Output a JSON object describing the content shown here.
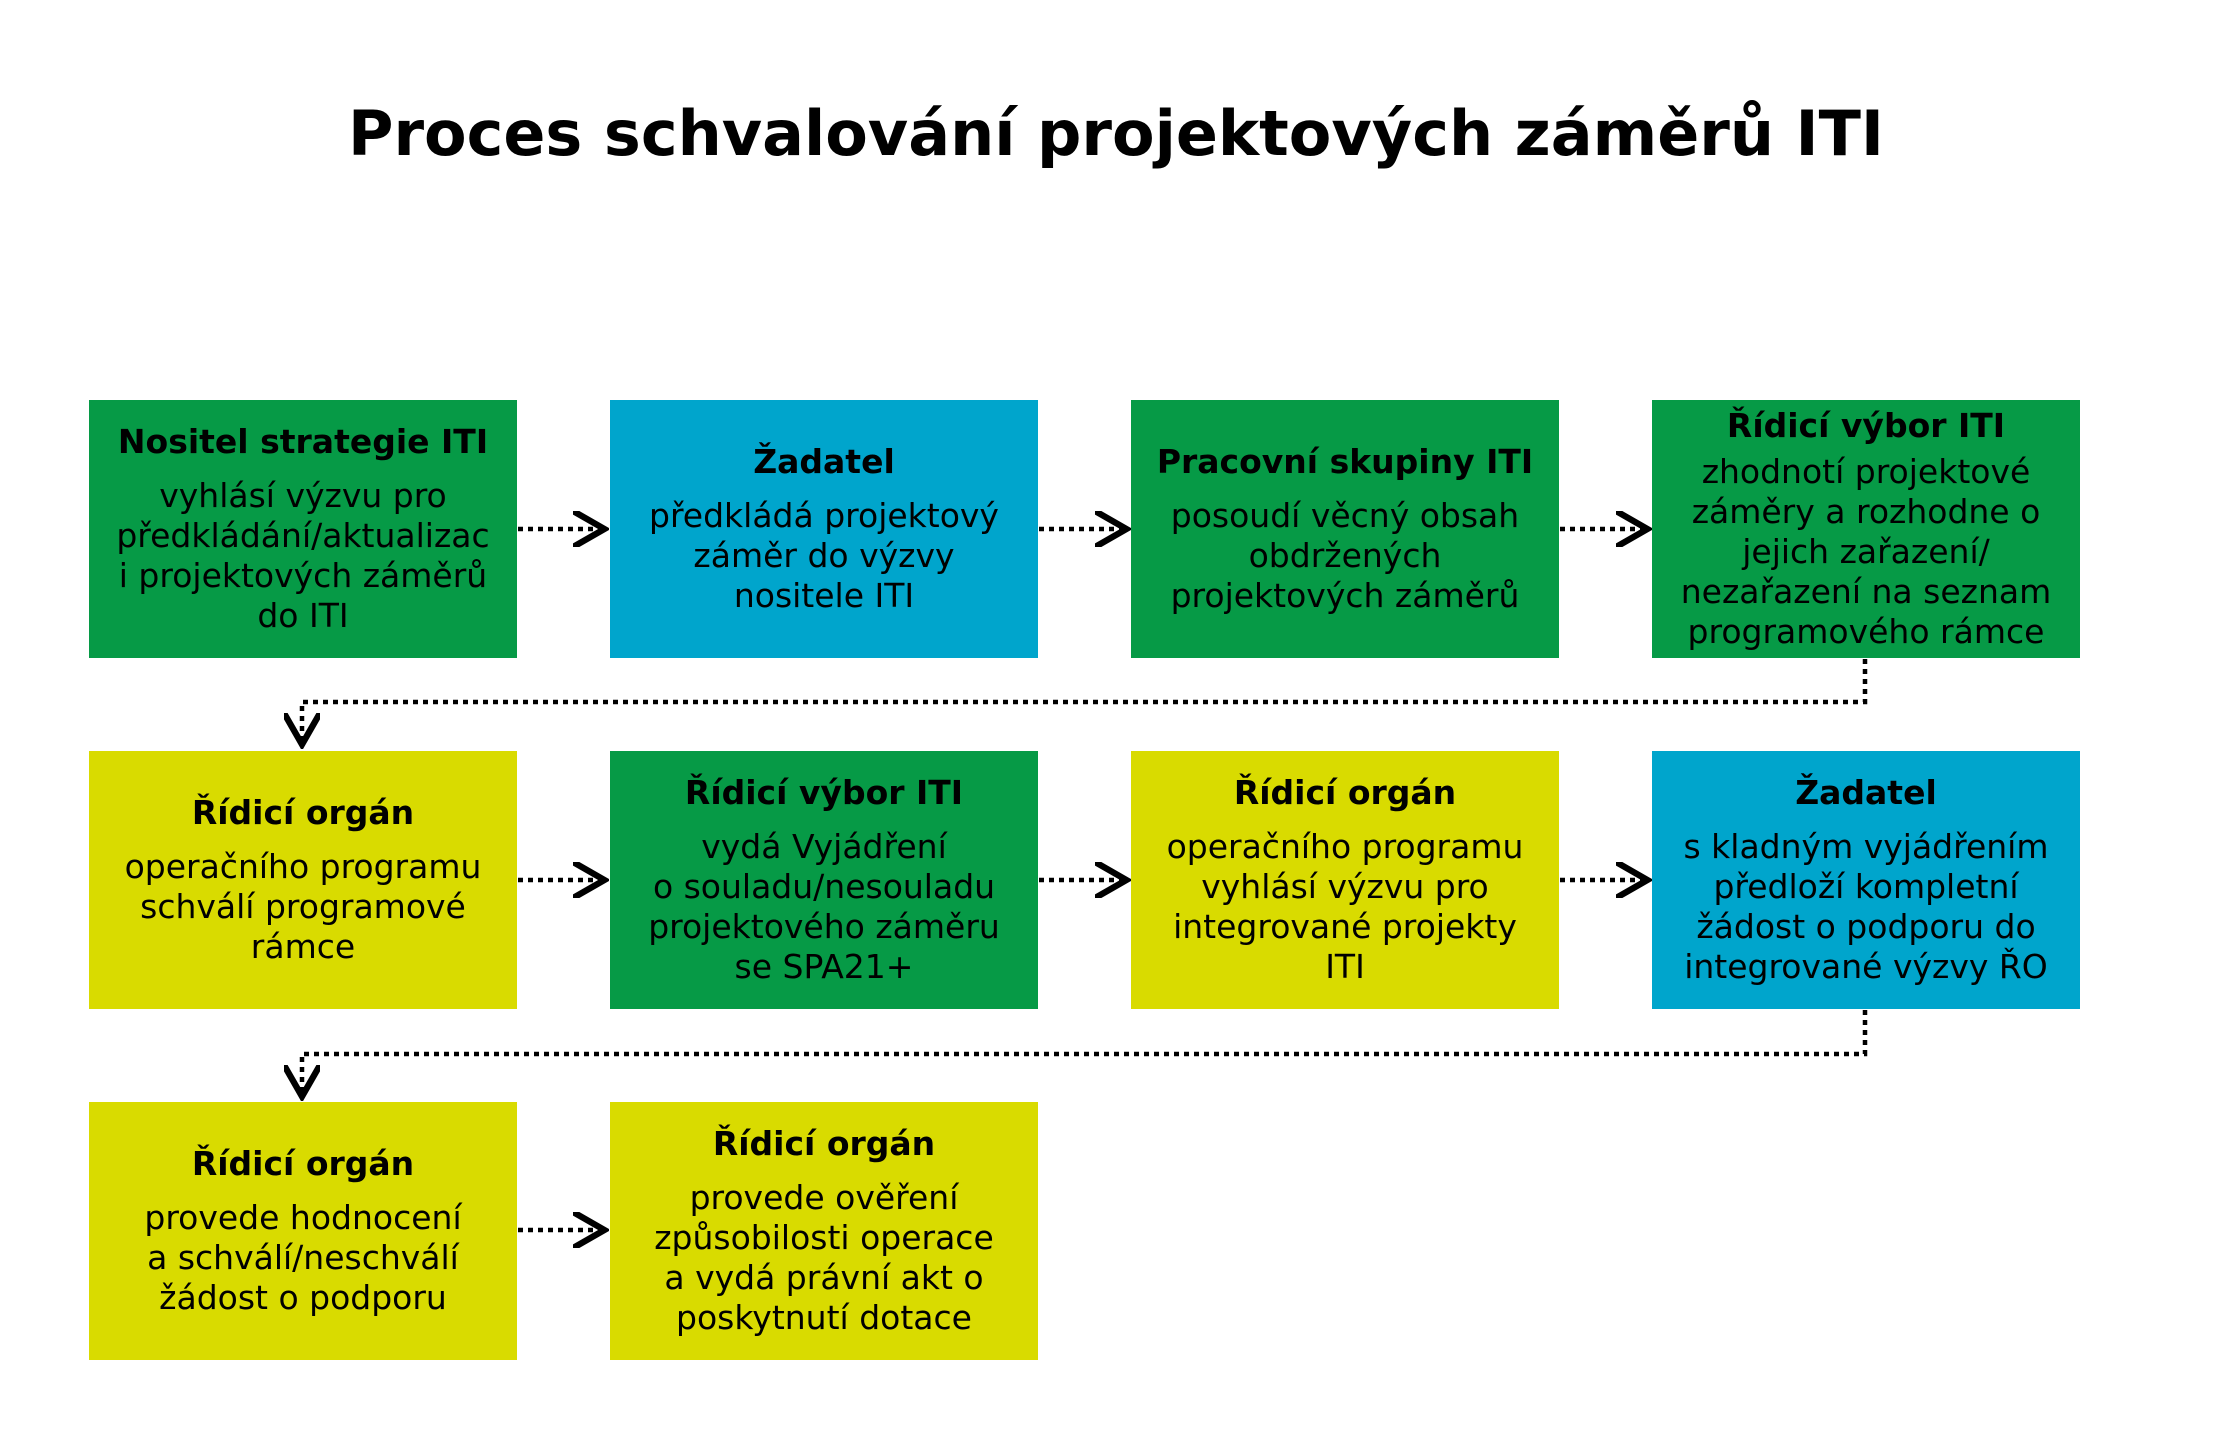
{
  "title": "Proces schvalování projektových záměrů ITI",
  "colors": {
    "green": "#069a46",
    "blue": "#00a5cc",
    "yellow": "#d9db00",
    "connector": "#000000"
  },
  "steps": [
    {
      "heading": "Nositel strategie ITI",
      "body": "vyhlásí výzvu pro\npředkládání/aktualizac\ni projektových záměrů\ndo ITI",
      "color": "green"
    },
    {
      "heading": "Žadatel",
      "body": "předkládá projektový\nzáměr do výzvy\nnositele ITI",
      "color": "blue"
    },
    {
      "heading": "Pracovní skupiny ITI",
      "body": "posoudí věcný obsah\nobdržených\nprojektových záměrů",
      "color": "green"
    },
    {
      "heading": "Řídicí výbor ITI",
      "body": "zhodnotí projektové\nzáměry a rozhodne o\njejich zařazení/\nnezařazení na seznam\nprogramového rámce",
      "color": "green"
    },
    {
      "heading": "Řídicí orgán",
      "body": "operačního programu\nschválí programové\nrámce",
      "color": "yellow"
    },
    {
      "heading": "Řídicí výbor ITI",
      "body": "vydá Vyjádření\no souladu/nesouladu\nprojektového záměru\nse SPA21+",
      "color": "green"
    },
    {
      "heading": "Řídicí orgán",
      "body": "operačního programu\nvyhlásí výzvu pro\nintegrované projekty\nITI",
      "color": "yellow"
    },
    {
      "heading": "Žadatel",
      "body": "s kladným vyjádřením\npředloží kompletní\nžádost o podporu do\nintegrované výzvy ŘO",
      "color": "blue"
    },
    {
      "heading": "Řídicí orgán",
      "body": "provede hodnocení\na schválí/neschválí\nžádost o podporu",
      "color": "yellow"
    },
    {
      "heading": "Řídicí orgán",
      "body": "provede ověření\nzpůsobilosti operace\na vydá právní akt o\nposkytnutí dotace",
      "color": "yellow"
    }
  ]
}
